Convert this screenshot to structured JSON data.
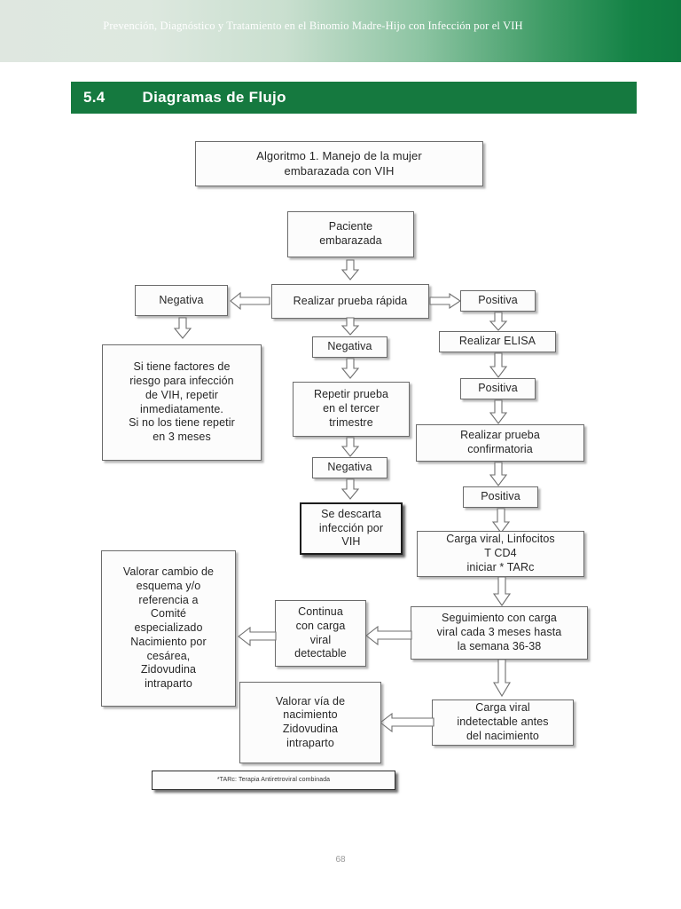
{
  "header": {
    "running_title": "Prevención, Diagnóstico y Tratamiento en el Binomio Madre-Hijo con Infección por el VIH",
    "band_color_light": "#dfe7e0",
    "band_color_dark": "#0f7a40"
  },
  "section": {
    "number": "5.4",
    "label": "Diagramas de Flujo",
    "bar_color": "#15793f"
  },
  "diagram": {
    "title": "Algoritmo 1. Manejo de la mujer\nembarazada con VIH",
    "nodes": {
      "paciente_embarazada": "Paciente\nembarazada",
      "realizar_prueba_rapida": "Realizar prueba rápida",
      "negativa_1": "Negativa",
      "positiva_1": "Positiva",
      "factores_riesgo": "Si tiene factores de\nriesgo para infección\nde VIH, repetir\ninmediatamente.\nSi no los tiene repetir\nen 3 meses",
      "negativa_2": "Negativa",
      "repetir_tercer_trimestre": "Repetir prueba\nen el tercer\ntrimestre",
      "negativa_3": "Negativa",
      "se_descarta": "Se descarta\ninfección por\nVIH",
      "realizar_elisa": "Realizar ELISA",
      "positiva_2": "Positiva",
      "prueba_confirmatoria": "Realizar prueba\nconfirmatoria",
      "positiva_3": "Positiva",
      "carga_viral_linfocitos": "Carga viral, Linfocitos\nT CD4\niniciar  * TARc",
      "seguimiento": "Seguimiento con carga\nviral cada 3 meses hasta\nla semana 36-38",
      "continua_detectable": "Continua\ncon carga\nviral\ndetectable",
      "valorar_cambio": "Valorar cambio de\nesquema y/o\nreferencia a\nComité\nespecializado\nNacimiento por\ncesárea,\nZidovudina\nintraparto",
      "carga_indetectable": "Carga viral\nindetectable antes\ndel nacimiento",
      "valorar_via": "Valorar vía de\nnacimiento\nZidovudina\nintraparto"
    },
    "footnote": "*TARc: Terapia Antiretroviral combinada"
  },
  "footer": {
    "page_number": "68"
  }
}
